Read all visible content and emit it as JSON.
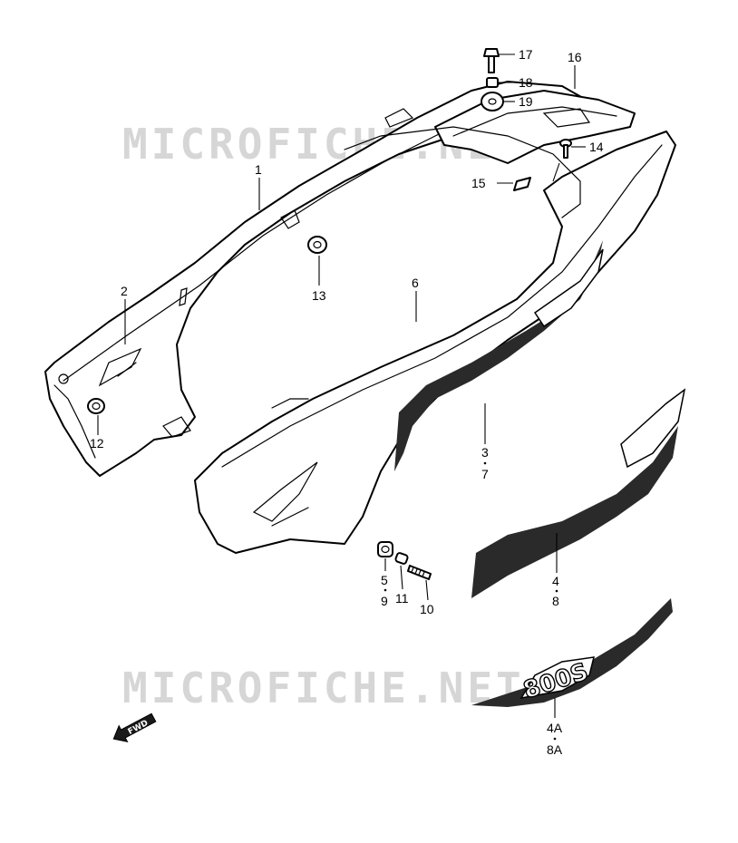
{
  "watermark": {
    "text": "MICROFICHE.NET",
    "color": "#d6d6d6"
  },
  "direction_badge": {
    "label": "FWD",
    "icon": "fwd-arrow-icon"
  },
  "decal_logo": {
    "text": "800S"
  },
  "callouts": [
    {
      "key": "c1",
      "text": "1"
    },
    {
      "key": "c2",
      "text": "2"
    },
    {
      "key": "c3",
      "text": "3"
    },
    {
      "key": "c7",
      "text": "7"
    },
    {
      "key": "c4",
      "text": "4"
    },
    {
      "key": "c8",
      "text": "8"
    },
    {
      "key": "c4a",
      "text": "4A"
    },
    {
      "key": "c8a",
      "text": "8A"
    },
    {
      "key": "c5",
      "text": "5"
    },
    {
      "key": "c9",
      "text": "9"
    },
    {
      "key": "c6",
      "text": "6"
    },
    {
      "key": "c10",
      "text": "10"
    },
    {
      "key": "c11",
      "text": "11"
    },
    {
      "key": "c12",
      "text": "12"
    },
    {
      "key": "c13",
      "text": "13"
    },
    {
      "key": "c14",
      "text": "14"
    },
    {
      "key": "c15",
      "text": "15"
    },
    {
      "key": "c16",
      "text": "16"
    },
    {
      "key": "c17",
      "text": "17"
    },
    {
      "key": "c18",
      "text": "18"
    },
    {
      "key": "c19",
      "text": "19"
    }
  ]
}
